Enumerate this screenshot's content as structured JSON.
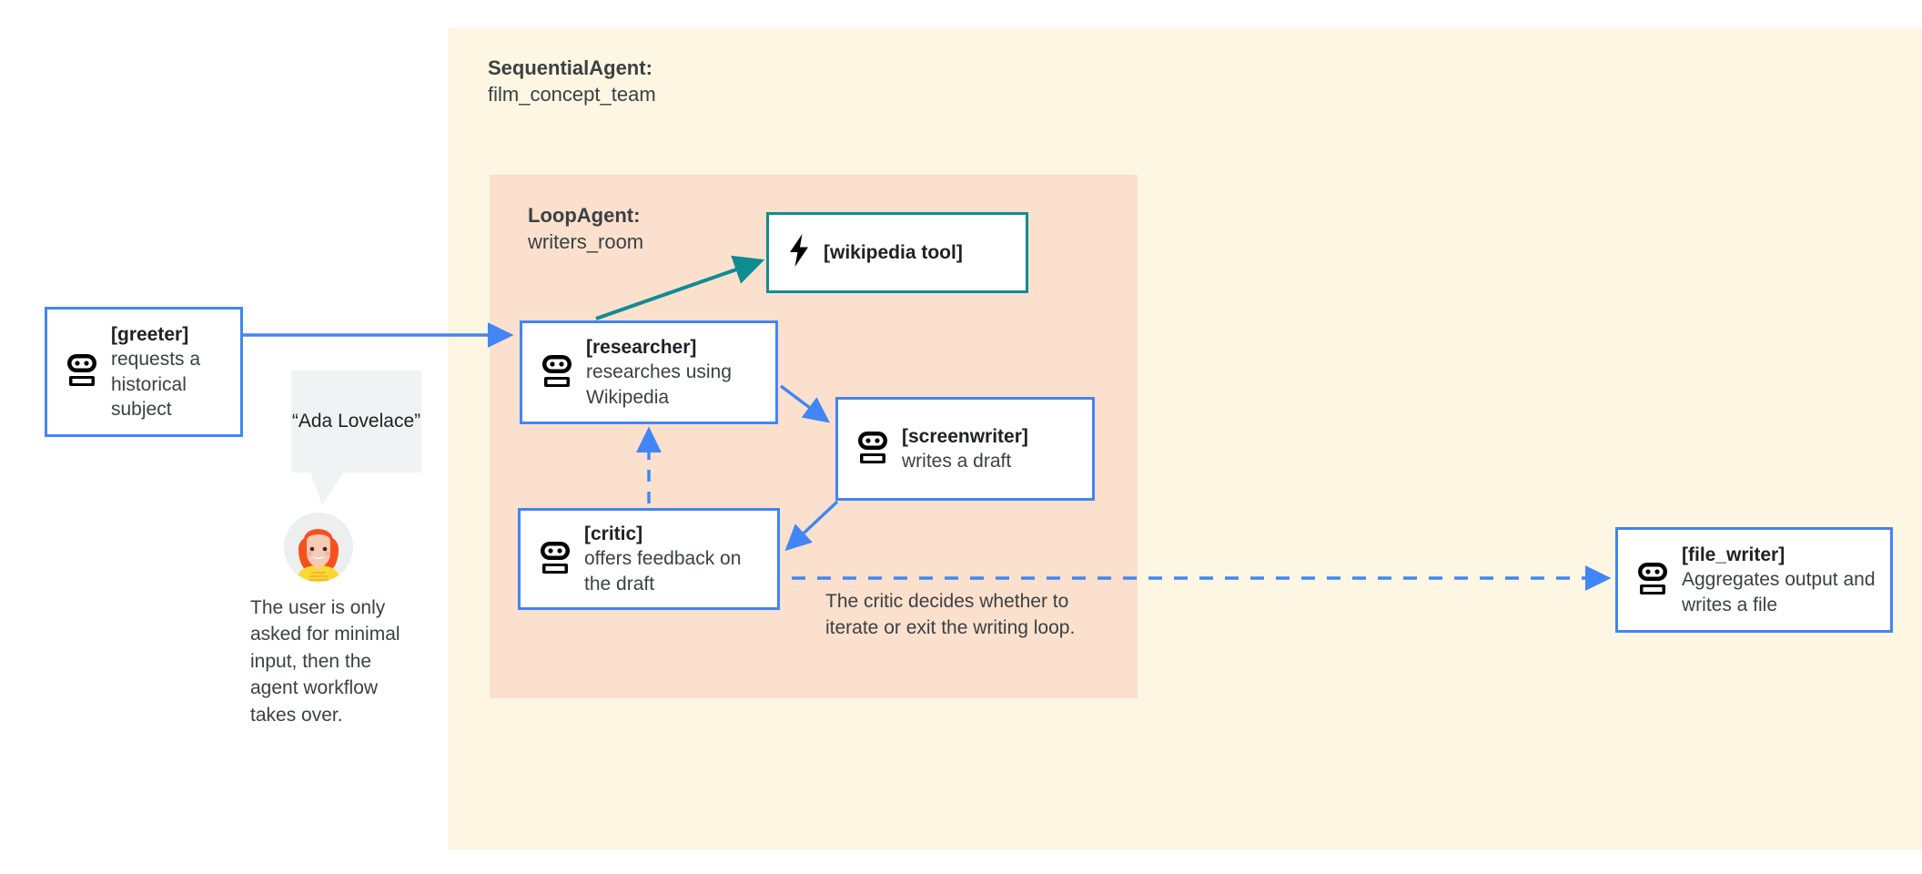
{
  "diagram": {
    "title_visible": false,
    "colors": {
      "outer_container_bg": "#fdf6e3",
      "inner_container_bg": "#fae0cd",
      "agent_border": "#4285f4",
      "tool_border": "#0f8c91",
      "arrow_blue": "#4285f4",
      "arrow_teal": "#0f8c91",
      "bubble_bg": "#f1f2f3",
      "text_dark": "#202124",
      "text_body": "#3c4043"
    }
  },
  "sequential_agent": {
    "type_label": "SequentialAgent:",
    "name": "film_concept_team"
  },
  "loop_agent": {
    "type_label": "LoopAgent:",
    "name": "writers_room",
    "note": "The critic decides whether to iterate or exit the writing loop."
  },
  "nodes": {
    "greeter": {
      "icon": "robot-icon",
      "name": "[greeter]",
      "description": "requests a historical subject"
    },
    "researcher": {
      "icon": "robot-icon",
      "name": "[researcher]",
      "description": "researches using Wikipedia"
    },
    "wikipedia_tool": {
      "icon": "lightning-bolt-icon",
      "name": "[wikipedia tool]",
      "description": ""
    },
    "screenwriter": {
      "icon": "robot-icon",
      "name": "[screenwriter]",
      "description": "writes a draft"
    },
    "critic": {
      "icon": "robot-icon",
      "name": "[critic]",
      "description": "offers feedback on the draft"
    },
    "file_writer": {
      "icon": "robot-icon",
      "name": "[file_writer]",
      "description": "Aggregates output and writes a file"
    }
  },
  "user": {
    "speech_bubble": "“Ada Lovelace”",
    "avatar": "user-avatar-illustration",
    "caption": "The user is only asked for minimal input, then the agent workflow takes over."
  }
}
